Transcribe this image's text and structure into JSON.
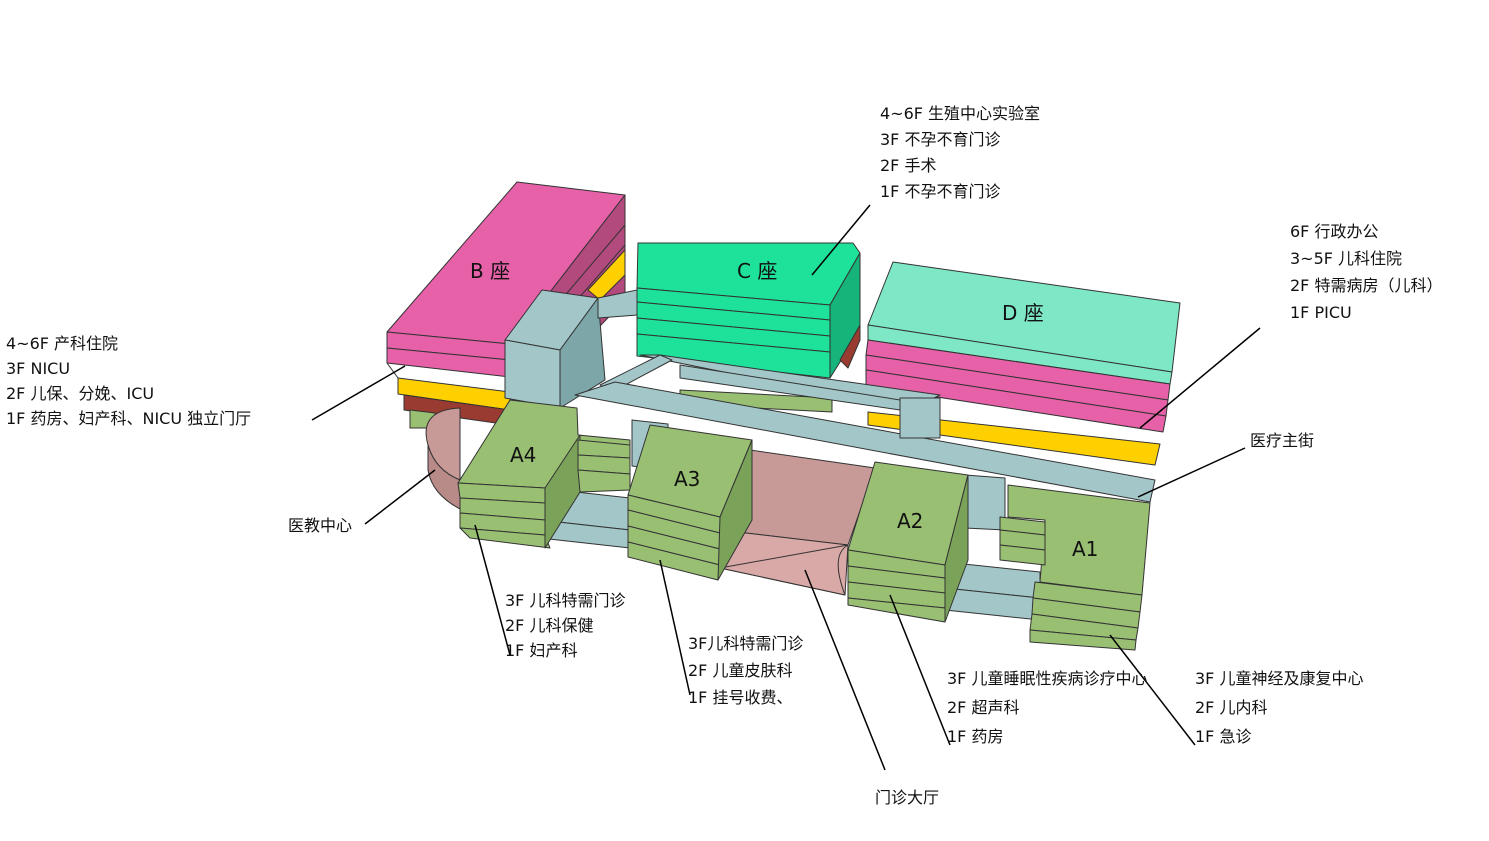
{
  "buildings": {
    "B": "B 座",
    "C": "C 座",
    "D": "D 座",
    "A4": "A4",
    "A3": "A3",
    "A2": "A2",
    "A1": "A1"
  },
  "labels": {
    "b_floors": [
      "4~6F 产科住院",
      "3F NICU",
      "2F 儿保、分娩、ICU",
      "1F 药房、妇产科、NICU 独立门厅"
    ],
    "c_floors": [
      "4~6F 生殖中心实验室",
      "3F 不孕不育门诊",
      "2F 手术",
      "1F 不孕不育门诊"
    ],
    "d_floors": [
      "6F 行政办公",
      "3~5F 儿科住院",
      "2F 特需病房（儿科）",
      "1F PICU"
    ],
    "main_street": "医疗主街",
    "edu_center": "医教中心",
    "a4_floors": [
      "3F 儿科特需门诊",
      "2F 儿科保健",
      "1F 妇产科"
    ],
    "a3_floors": [
      "3F儿科特需门诊",
      "2F 儿童皮肤科",
      "1F 挂号收费、"
    ],
    "a2_floors": [
      "3F 儿童睡眠性疾病诊疗中心",
      "2F 超声科",
      "1F 药房"
    ],
    "a1_floors": [
      "3F 儿童神经及康复中心",
      "2F 儿内科",
      "1F 急诊"
    ],
    "lobby": "门诊大厅"
  },
  "colors": {
    "b_block": "#e661a8",
    "c_block": "#1fe29a",
    "d_block": "#7ee8c6",
    "a_blocks": "#99bf73",
    "corridor": "#a3c7c9",
    "lobby": "#c79a98",
    "yellow_floor": "#ffd000",
    "brown_floor": "#9a3b32"
  }
}
